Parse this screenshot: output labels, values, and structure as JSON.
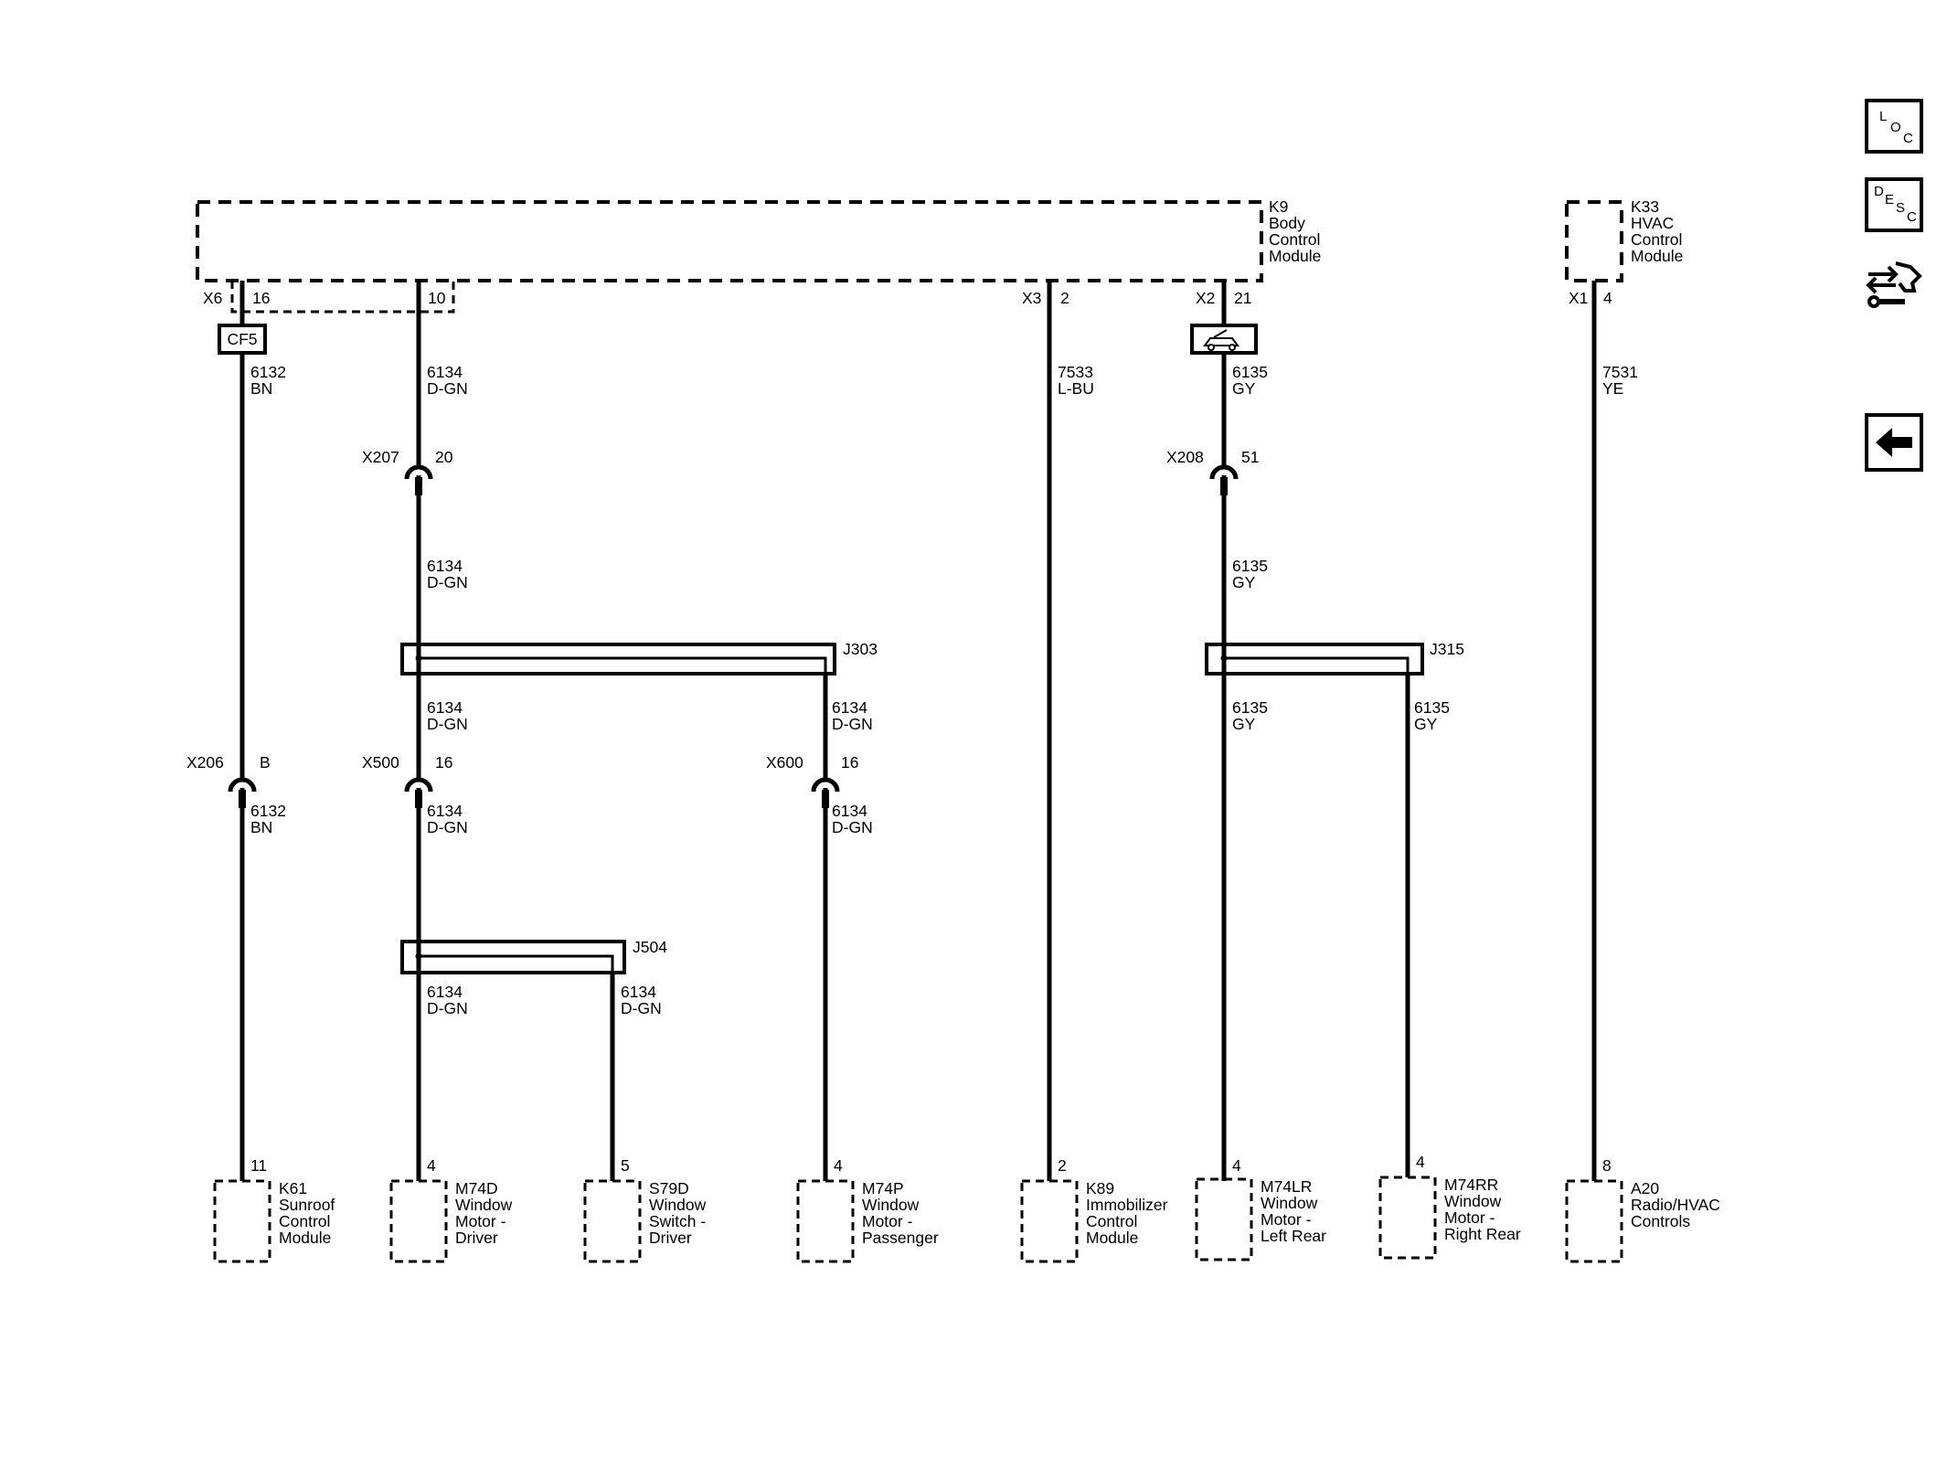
{
  "modules": {
    "k9": {
      "ref": "K9",
      "lines": [
        "Body",
        "Control",
        "Module"
      ]
    },
    "k33": {
      "ref": "K33",
      "lines": [
        "HVAC",
        "Control",
        "Module"
      ]
    }
  },
  "k9_pins": [
    {
      "conn": "X6",
      "pin": "16"
    },
    {
      "conn": "",
      "pin": "10"
    },
    {
      "conn": "X3",
      "pin": "2"
    },
    {
      "conn": "X2",
      "pin": "21"
    }
  ],
  "k33_pin": {
    "conn": "X1",
    "pin": "4"
  },
  "fuse": {
    "label": "CF5"
  },
  "inline_connectors": [
    {
      "name": "X207",
      "pin": "20"
    },
    {
      "name": "X208",
      "pin": "51"
    },
    {
      "name": "X206",
      "pin": "B"
    },
    {
      "name": "X500",
      "pin": "16"
    },
    {
      "name": "X600",
      "pin": "16"
    }
  ],
  "splices": [
    "J303",
    "J315",
    "J504"
  ],
  "wires": [
    {
      "circuit": "6132",
      "color": "BN"
    },
    {
      "circuit": "6134",
      "color": "D-GN"
    },
    {
      "circuit": "7533",
      "color": "L-BU"
    },
    {
      "circuit": "6135",
      "color": "GY"
    },
    {
      "circuit": "7531",
      "color": "YE"
    },
    {
      "circuit": "6134",
      "color": "D-GN"
    },
    {
      "circuit": "6135",
      "color": "GY"
    },
    {
      "circuit": "6134",
      "color": "D-GN"
    },
    {
      "circuit": "6134",
      "color": "D-GN"
    },
    {
      "circuit": "6135",
      "color": "GY"
    },
    {
      "circuit": "6135",
      "color": "GY"
    },
    {
      "circuit": "6132",
      "color": "BN"
    },
    {
      "circuit": "6134",
      "color": "D-GN"
    },
    {
      "circuit": "6134",
      "color": "D-GN"
    },
    {
      "circuit": "6134",
      "color": "D-GN"
    },
    {
      "circuit": "6134",
      "color": "D-GN"
    }
  ],
  "components": [
    {
      "pin": "11",
      "ref": "K61",
      "lines": [
        "Sunroof",
        "Control",
        "Module"
      ]
    },
    {
      "pin": "4",
      "ref": "M74D",
      "lines": [
        "Window",
        "Motor -",
        "Driver"
      ]
    },
    {
      "pin": "5",
      "ref": "S79D",
      "lines": [
        "Window",
        "Switch -",
        "Driver"
      ]
    },
    {
      "pin": "4",
      "ref": "M74P",
      "lines": [
        "Window",
        "Motor -",
        "Passenger"
      ]
    },
    {
      "pin": "2",
      "ref": "K89",
      "lines": [
        "Immobilizer",
        "Control",
        "Module"
      ]
    },
    {
      "pin": "4",
      "ref": "M74LR",
      "lines": [
        "Window",
        "Motor -",
        "Left Rear"
      ]
    },
    {
      "pin": "4",
      "ref": "M74RR",
      "lines": [
        "Window",
        "Motor -",
        "Right Rear"
      ]
    },
    {
      "pin": "8",
      "ref": "A20",
      "lines": [
        "Radio/HVAC",
        "Controls"
      ]
    }
  ],
  "nav": {
    "loc": [
      "L",
      "O",
      "C"
    ],
    "desc": [
      "D",
      "E",
      "S",
      "C"
    ],
    "icons": [
      "loc-button-icon",
      "desc-button-icon",
      "connector-wrench-icon",
      "back-arrow-icon"
    ]
  }
}
